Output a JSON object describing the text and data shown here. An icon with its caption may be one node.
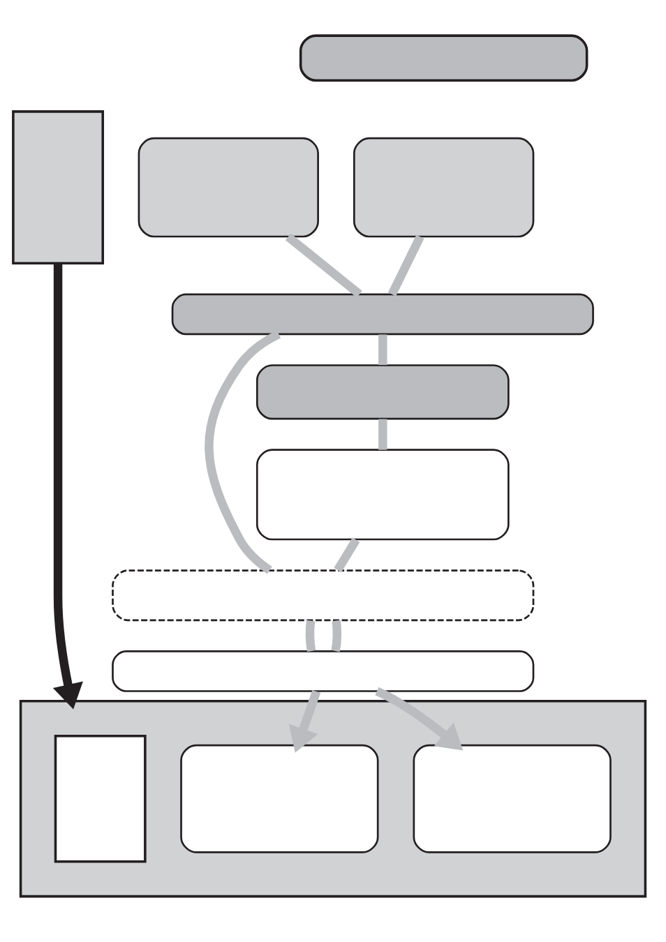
{
  "diagram": {
    "nodes": [
      {
        "text": [],
        "shape": "box"
      },
      {
        "text": [],
        "shape": "box"
      },
      {
        "text": [],
        "shape": "box"
      },
      {
        "text": [],
        "shape": "box"
      },
      {
        "text": [],
        "shape": "box"
      },
      {
        "text": [],
        "shape": "box"
      },
      {
        "text": [],
        "shape": "box"
      },
      {
        "text": [],
        "shape": "box"
      },
      {
        "text": [],
        "shape": "box"
      },
      {
        "text": [],
        "shape": "box"
      },
      {
        "text": [],
        "shape": "box",
        "in": 9
      },
      {
        "text": [],
        "shape": "box",
        "in": 9
      },
      {
        "text": [],
        "shape": "box",
        "in": 9
      }
    ],
    "edges": [
      {
        "from": 1,
        "to": 9,
        "arrow": "to",
        "color": "#231f20"
      },
      {
        "from": 2,
        "to": 4,
        "arrow": "none"
      },
      {
        "from": 3,
        "to": 4,
        "arrow": "none"
      },
      {
        "from": 4,
        "to": 7,
        "arrow": "none"
      },
      {
        "from": 4,
        "to": 5,
        "arrow": "none"
      },
      {
        "from": 5,
        "to": 6,
        "arrow": "none"
      },
      {
        "from": 6,
        "to": 7,
        "arrow": "none"
      },
      {
        "from": 7,
        "to": 8,
        "arrow": "none"
      },
      {
        "from": 7,
        "to": 8,
        "arrow": "none"
      },
      {
        "from": 8,
        "to": 11,
        "arrow": "to"
      },
      {
        "from": 8,
        "to": 12,
        "arrow": "to"
      }
    ]
  }
}
